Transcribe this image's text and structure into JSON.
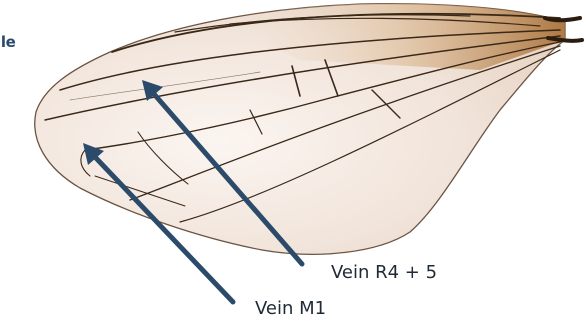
{
  "title_fragment": "ale",
  "labels": {
    "vein_r45": "Vein R4 + 5",
    "vein_m1": "Vein M1"
  },
  "colors": {
    "arrow": "#2c4b6b",
    "vein": "#3a2818",
    "membrane": "#efe3d8",
    "base": "#b07a3c"
  },
  "image": {
    "subject": "insect-wing-photo"
  }
}
